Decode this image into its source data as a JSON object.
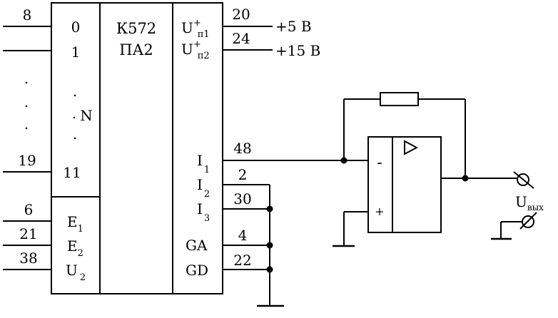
{
  "chip": {
    "name_line1": "К572",
    "name_line2": "ПА2",
    "left_inputs": {
      "bit0": "0",
      "bit1": "1",
      "dot": ".",
      "bitN": "N",
      "bit11": "11",
      "e1_main": "E",
      "e1_sub": "1",
      "e2_main": "E",
      "e2_sub": "2",
      "u2_main": "U",
      "u2_sub": "2"
    },
    "right_labels": {
      "up1_main": "U",
      "up1_sup": "+",
      "up1_sub": "п1",
      "up2_main": "U",
      "up2_sup": "+",
      "up2_sub": "п2",
      "i1_main": "I",
      "i1_sub": "1",
      "i2_main": "I",
      "i2_sub": "2",
      "i3_main": "I",
      "i3_sub": "3",
      "ga": "GA",
      "gd": "GD"
    }
  },
  "pins": {
    "p8": "8",
    "p19": "19",
    "p6": "6",
    "p21": "21",
    "p38": "38",
    "p20": "20",
    "p24": "24",
    "p48": "48",
    "p2": "2",
    "p30": "30",
    "p4": "4",
    "p22": "22",
    "vertical_dot": "."
  },
  "supplies": {
    "plus5": "+5 В",
    "plus15": "+15 В"
  },
  "opamp": {
    "minus": "-",
    "plus": "+"
  },
  "output": {
    "main": "U",
    "sub": "вых"
  }
}
